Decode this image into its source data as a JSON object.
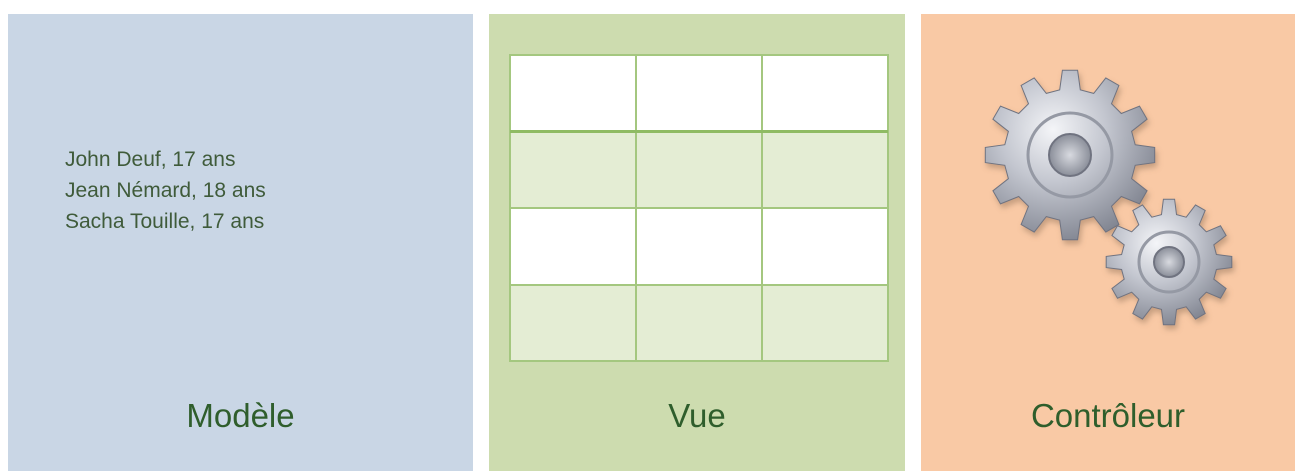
{
  "colors": {
    "model_bg": "#c9d6e5",
    "view_bg": "#cddcaf",
    "controller_bg": "#f9c9a5",
    "caption_text": "#2f5e2c",
    "grid_line": "#a4c77f",
    "grid_shaded_row": "#e4edd4",
    "gear_metal": "#b9bcc6"
  },
  "model": {
    "caption": "Modèle",
    "records": [
      "John Deuf, 17 ans",
      "Jean Némard, 18 ans",
      "Sacha Touille, 17 ans"
    ]
  },
  "view": {
    "caption": "Vue",
    "table": {
      "rows": 4,
      "columns": 3,
      "header_row": 1,
      "shaded_rows": [
        2,
        4
      ]
    }
  },
  "controller": {
    "caption": "Contrôleur",
    "icon": "gears-icon"
  }
}
